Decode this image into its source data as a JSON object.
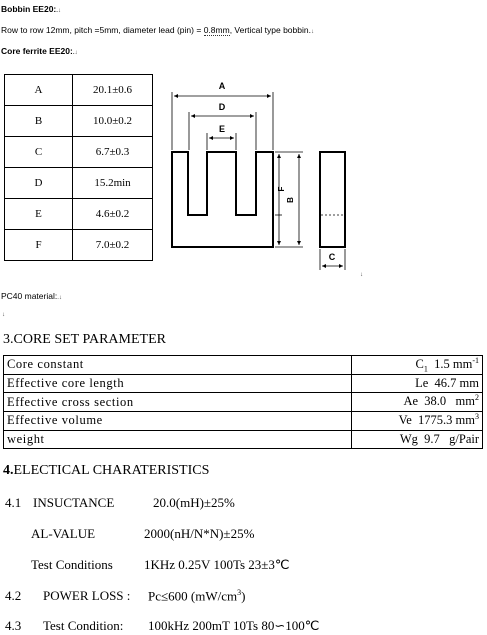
{
  "bobbin": {
    "heading": "Bobbin EE20:",
    "desc_pre": "Row to row 12mm, pitch =5mm, diameter lead (pin)",
    "desc_eq": "=",
    "desc_pin": "0.8mm",
    "desc_post": ", Vertical type bobbin."
  },
  "core": {
    "heading": "Core ferrite EE20:"
  },
  "dimensions": [
    {
      "key": "A",
      "value": "20.1±0.6"
    },
    {
      "key": "B",
      "value": "10.0±0.2"
    },
    {
      "key": "C",
      "value": "6.7±0.3"
    },
    {
      "key": "D",
      "value": "15.2min"
    },
    {
      "key": "E",
      "value": "4.6±0.2"
    },
    {
      "key": "F",
      "value": "7.0±0.2"
    }
  ],
  "drawing_labels": {
    "A": "A",
    "D": "D",
    "E": "E",
    "F": "F",
    "B": "B",
    "C": "C"
  },
  "pc40": {
    "label": "PC40 material:"
  },
  "section3": {
    "title": "3.CORE SET PARAMETER",
    "rows": [
      {
        "name": "Core constant",
        "sym": "C",
        "sub": "1",
        "value": "1.5 mm",
        "sup": "-1"
      },
      {
        "name": "Effective core length",
        "sym": "Le",
        "sub": "",
        "value": "46.7 mm",
        "sup": ""
      },
      {
        "name": "Effective cross section",
        "sym": "Ae",
        "sub": "",
        "value": "38.0   mm",
        "sup": "2"
      },
      {
        "name": "Effective volume",
        "sym": "Ve",
        "sub": "",
        "value": "1775.3 mm",
        "sup": "3"
      },
      {
        "name": "weight",
        "sym": "Wg",
        "sub": "",
        "value": "9.7   g/Pair",
        "sup": ""
      }
    ]
  },
  "section4": {
    "title_num": "4.",
    "title_text": "ELECTICAL CHARATERISTICS",
    "l41_num": "4.1",
    "l41_label": "INSUCTANCE",
    "l41_value": "20.0(mH)±25%",
    "al_label": "AL-VALUE",
    "al_value": "2000(nH/N*N)±25%",
    "tc_label": "Test Conditions",
    "tc_value": "1KHz 0.25V 100Ts 23±3℃",
    "l42_num": "4.2",
    "l42_label": "POWER LOSS :",
    "l42_value_pre": "Pc≤600 (mW/cm",
    "l42_value_sup": "3",
    "l42_value_post": ")",
    "l43_num": "4.3",
    "l43_label": "Test Condition:",
    "l43_value": "100kHz   200mT 10Ts 80∽100℃"
  }
}
